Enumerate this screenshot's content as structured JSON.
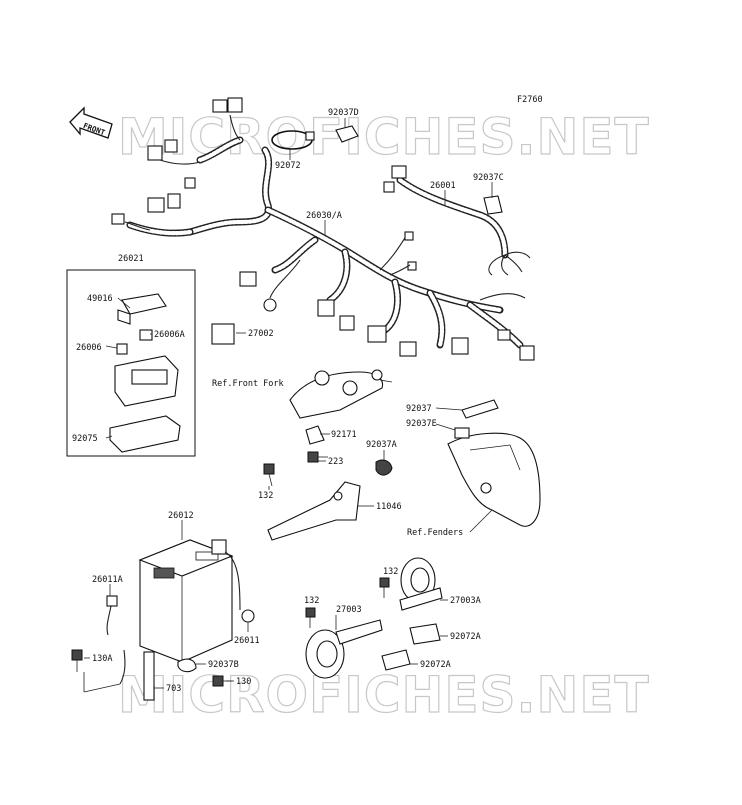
{
  "diagram": {
    "figure_code": "F2760",
    "front_label": "FRONT",
    "watermark": "MICROFICHES.NET",
    "part_labels": {
      "p92037D": "92037D",
      "p92072": "92072",
      "p26001": "26001",
      "p92037C": "92037C",
      "p26030A": "26030/A",
      "p26021": "26021",
      "p49016": "49016",
      "p26006A": "26006A",
      "p26006": "26006",
      "p92075": "92075",
      "p27002": "27002",
      "p92171": "92171",
      "p223": "223",
      "p132a": "132",
      "p11046": "11046",
      "p92037A": "92037A",
      "p92037": "92037",
      "p92037E": "92037E",
      "p26012": "26012",
      "p26011A": "26011A",
      "p130A": "130A",
      "p703": "703",
      "p26011": "26011",
      "p92037B": "92037B",
      "p130": "130",
      "p132b": "132",
      "p27003": "27003",
      "p132c": "132",
      "p27003A": "27003A",
      "p92072A1": "92072A",
      "p92072A2": "92072A"
    },
    "ref_labels": {
      "front_fork": "Ref.Front Fork",
      "fenders": "Ref.Fenders"
    }
  }
}
